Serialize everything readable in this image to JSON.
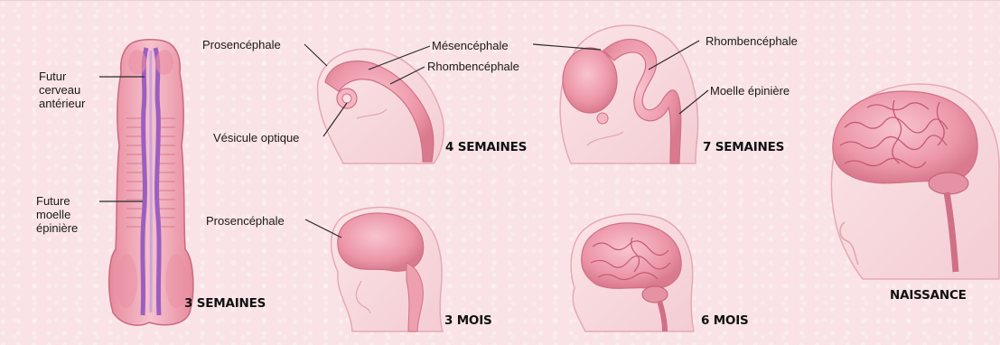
{
  "labels": {
    "futur_cerveau": [
      "Futur",
      "cerveau",
      "antérieur"
    ],
    "future_moelle": [
      "Future",
      "moelle",
      "épinière"
    ],
    "prosencephale": "Prosencéphale",
    "mesencephale": "Mésencéphale",
    "rhombencephale": "Rhombencéphale",
    "vesicule_optique": "Vésicule optique",
    "moelle_epiniere": "Moelle épinière"
  },
  "stages": {
    "s3": "3 SEMAINES",
    "s4": "4 SEMAINES",
    "s7": "7 SEMAINES",
    "m3": "3 MOIS",
    "m6": "6 MOIS",
    "naissance": "NAISSANCE"
  },
  "colors": {
    "background": "#f9e3e6",
    "brain": "#f0a6b4",
    "brain_dark": "#d9748a",
    "tissue": "#f7cbd2",
    "neural_tube": "#9b5fc0",
    "leader_line": "#2a2a2a"
  }
}
